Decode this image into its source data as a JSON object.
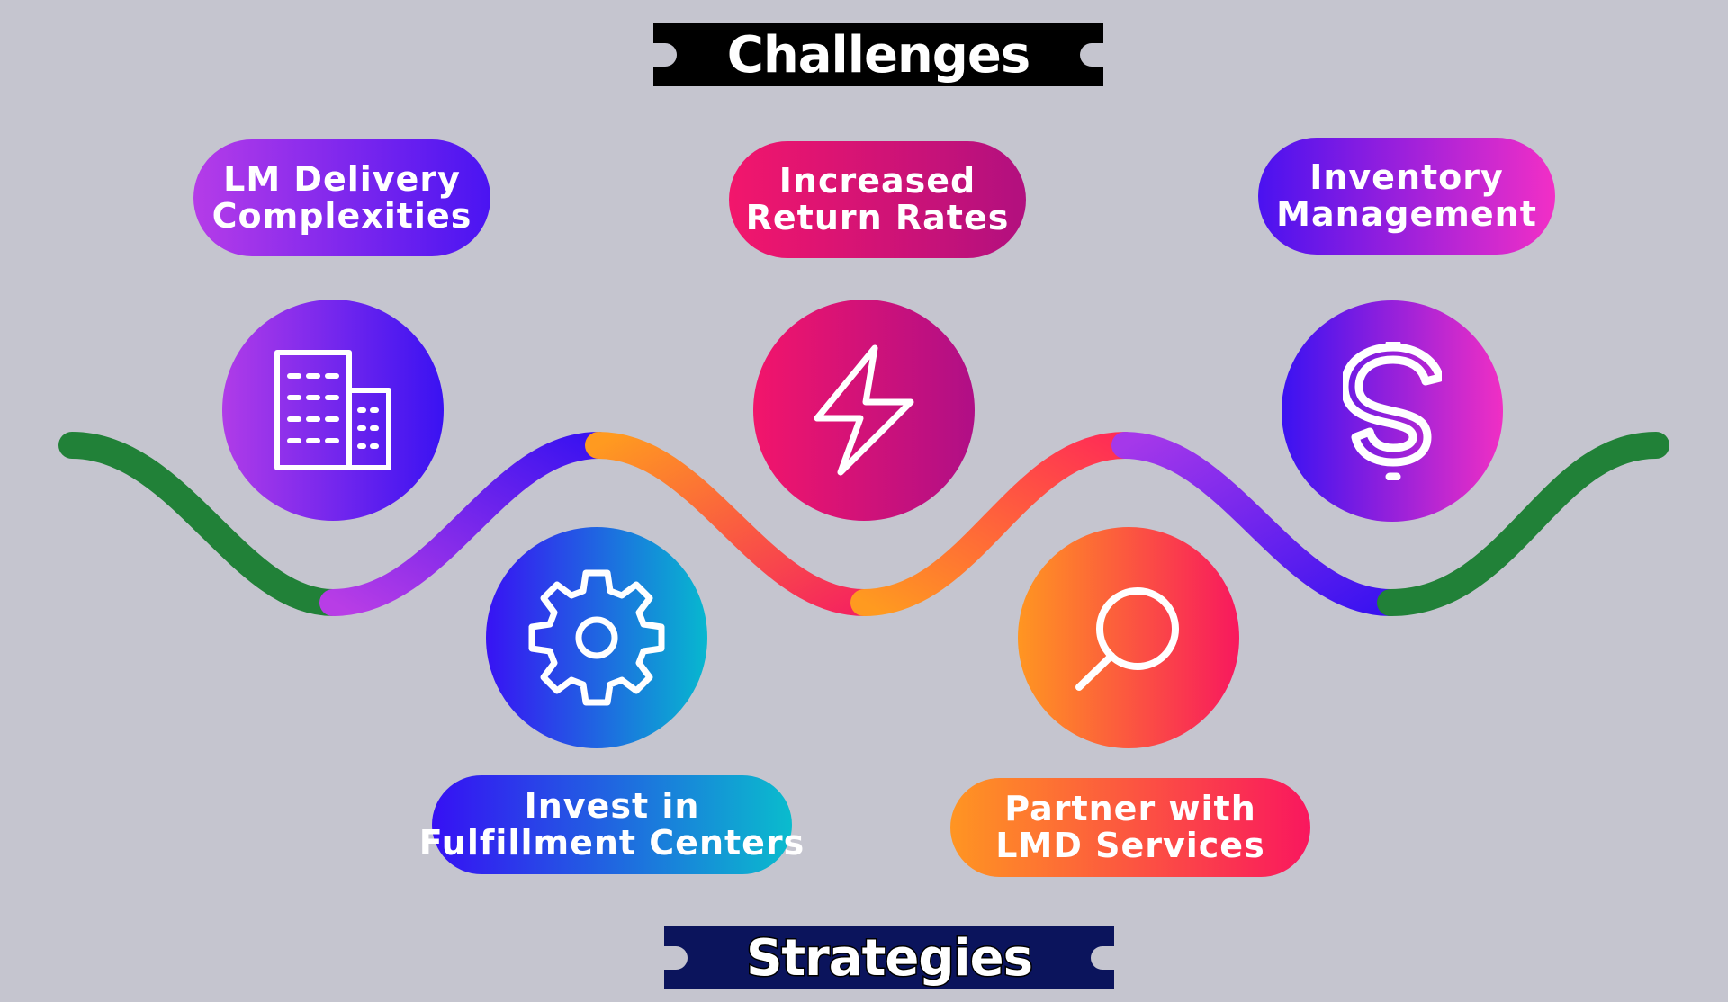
{
  "header": {
    "title": "Challenges"
  },
  "footer": {
    "title": "Strategies"
  },
  "challenges": [
    {
      "line1": "LM Delivery",
      "line2": "Complexities",
      "icon": "building-icon"
    },
    {
      "line1": "Increased",
      "line2": "Return Rates",
      "icon": "lightning-icon"
    },
    {
      "line1": "Inventory",
      "line2": "Management",
      "icon": "dollar-icon"
    }
  ],
  "strategies": [
    {
      "line1": "Invest in",
      "line2": "Fulfillment Centers",
      "icon": "gear-icon"
    },
    {
      "line1": "Partner with",
      "line2": "LMD Services",
      "icon": "search-icon"
    }
  ],
  "colors": {
    "background": "#c5c5cf",
    "green": "#218138",
    "purple": "#9a2ee8",
    "blue": "#3a10f5",
    "pink": "#ee1a6e",
    "magenta": "#b90f86",
    "orange": "#fe9125",
    "cyan": "#07b6cf",
    "navy": "#0b145c"
  }
}
